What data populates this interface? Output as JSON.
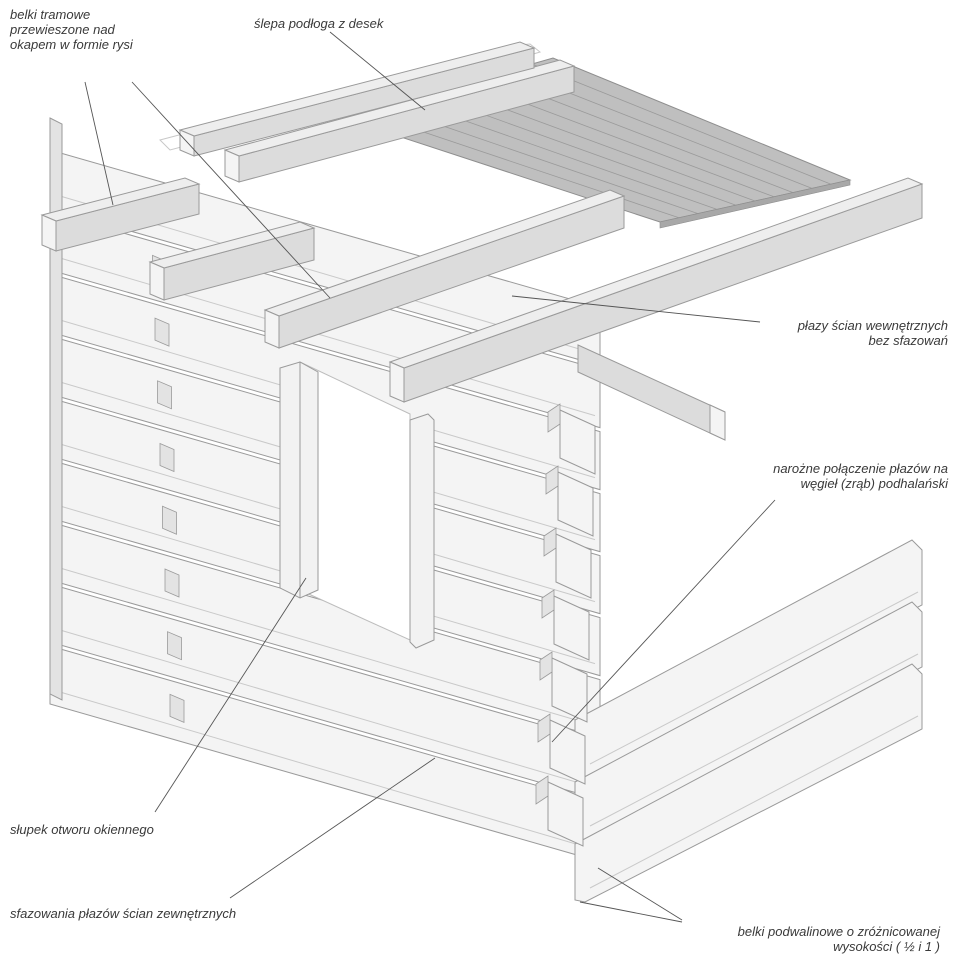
{
  "labels": {
    "joists": "belki tramowe\nprzewieszone nad\nokapem w formie rysi",
    "floor": "ślepa podłoga z desek",
    "inner_logs": "płazy ścian wewnętrznych\nbez sfazowań",
    "corner_joint": "narożne połączenie płazów na\nwęgieł (zrąb) podhalański",
    "window_post": "słupek otworu okiennego",
    "chamfers": "sfazowania płazów ścian zewnętrznych",
    "sill_beams": "belki podwalinowe o zróżnicowanej\nwysokości ( ½  i  1 )"
  },
  "colors": {
    "timber": "#f4f4f4",
    "timber_shade": "#e3e3e3",
    "beam": "#dcdcdc",
    "boards": "#bfbfbf",
    "outline": "#9a9a9a",
    "leader": "#555555",
    "text": "#3a3a3a"
  }
}
